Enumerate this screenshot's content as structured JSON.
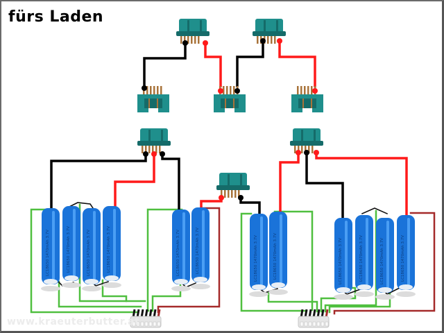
{
  "title": "fürs Laden",
  "watermark": "www.kraeuterbutter.at",
  "battery_label": "LC18650 1470mAh 3.7V",
  "colors": {
    "connector": "#1f8f8c",
    "connector_dark": "#156b69",
    "pin": "#a8733a",
    "wire_negative": "#000000",
    "wire_positive": "#ff1a1a",
    "balance_wire": "#4fbf3f",
    "balance_positive": "#a52a2a",
    "battery": "#1a73d9",
    "battery_highlight": "#5fb0ff",
    "balancer_plug": "#e6e6e6"
  },
  "components": {
    "connectors": [
      {
        "id": "top-left-plug",
        "type": "plug"
      },
      {
        "id": "top-right-plug",
        "type": "plug"
      },
      {
        "id": "mid-left-socket",
        "type": "socket"
      },
      {
        "id": "mid-center-socket",
        "type": "socket"
      },
      {
        "id": "mid-right-socket",
        "type": "socket"
      },
      {
        "id": "pack-left-plug",
        "type": "plug"
      },
      {
        "id": "pack-center-plug",
        "type": "plug"
      },
      {
        "id": "pack-right-plug",
        "type": "plug"
      }
    ],
    "battery_groups": [
      {
        "id": "group-left-4",
        "cells": 4
      },
      {
        "id": "group-left-2",
        "cells": 2
      },
      {
        "id": "group-right-2",
        "cells": 2
      },
      {
        "id": "group-right-4",
        "cells": 4
      }
    ],
    "balancer_plugs": [
      {
        "id": "balancer-left",
        "pins": 7
      },
      {
        "id": "balancer-right",
        "pins": 7
      }
    ]
  }
}
